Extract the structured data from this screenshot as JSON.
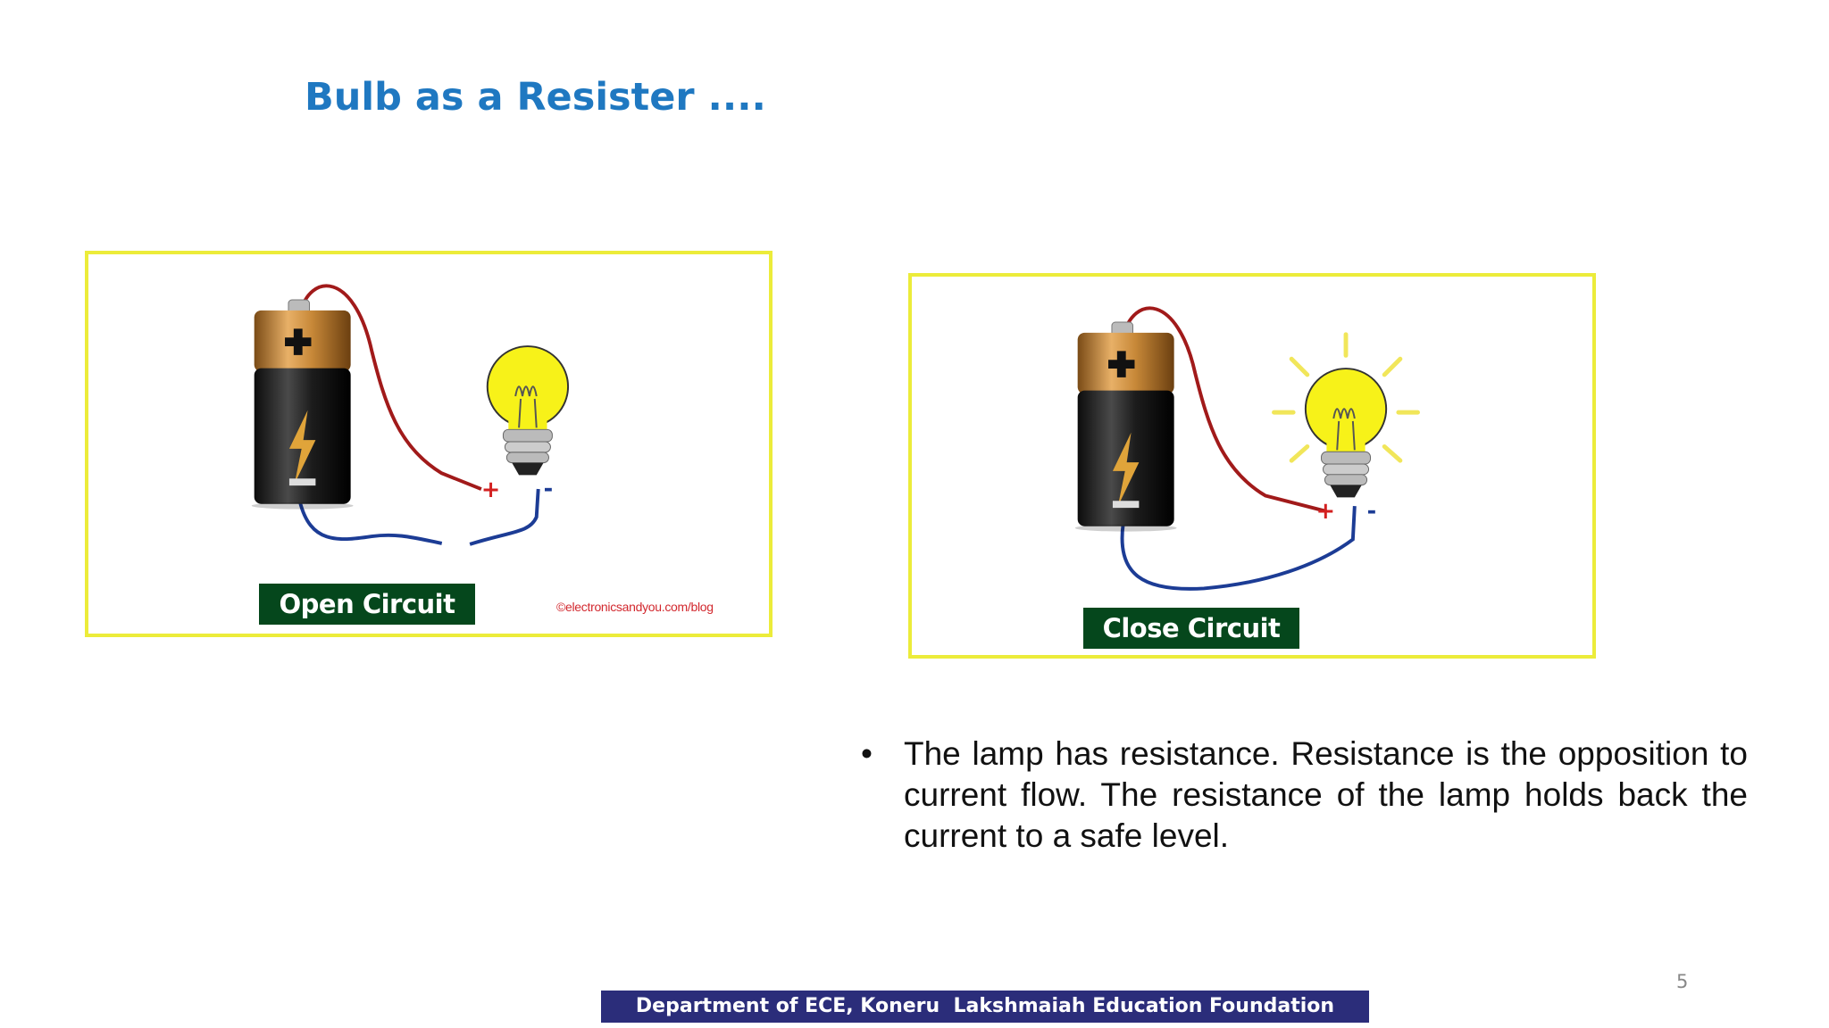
{
  "slide": {
    "title": "Bulb as a Resister ....",
    "page_number": "5",
    "footer": "Department of ECE, Koneru  Lakshmaiah Education Foundation"
  },
  "diagrams": {
    "open": {
      "label": "Open Circuit",
      "credit": "©electronicsandyou.com/blog",
      "plus_sign": "+",
      "minus_sign": "-"
    },
    "close": {
      "label": "Close Circuit",
      "plus_sign": "+",
      "minus_sign": "-"
    }
  },
  "bullets": [
    "The lamp has resistance.  Resistance is the opposition to current flow.  The resistance of the lamp holds back the current to a safe level."
  ],
  "colors": {
    "title": "#1f78c1",
    "diagram_border": "#ecec3a",
    "label_bg": "#05471c",
    "footer_bg": "#2b2d7a",
    "wire_positive": "#a11a1a",
    "wire_negative": "#1c3c95",
    "bulb": "#f7f219"
  },
  "icons": [
    "battery-icon",
    "light-bulb-icon",
    "lightning-bolt-icon"
  ]
}
